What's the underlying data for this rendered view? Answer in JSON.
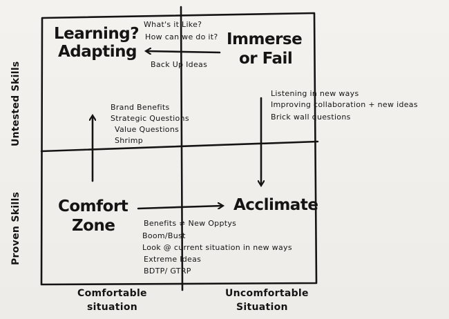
{
  "quadrants": {
    "top_left": {
      "title_line1": "Learning?",
      "title_line2": "Adapting",
      "notes": [
        "Brand Benefits",
        "Strategic Questions",
        "Value Questions",
        "Shrimp"
      ]
    },
    "top_right": {
      "title_line1": "Immerse",
      "title_line2": "or Fail",
      "notes": [
        "Listening in new ways",
        "Improving collaboration + new ideas",
        "Brick   wall questions"
      ]
    },
    "bottom_left": {
      "title_line1": "Comfort",
      "title_line2": "Zone"
    },
    "bottom_right": {
      "title": "Acclimate",
      "notes": [
        "Benefits ≠ New Opptys",
        "Boom/Bust",
        "Look @ current situation in new ways",
        "Extreme Ideas",
        "BDTP/ GTRP"
      ]
    }
  },
  "center_notes": [
    "What's it Like?",
    "How can we do it?",
    "Back Up Ideas"
  ],
  "axes": {
    "y_top": "Untested Skills",
    "y_bottom": "Proven Skills",
    "x_left_line1": "Comfortable",
    "x_left_line2": "situation",
    "x_right_line1": "Uncomfortable",
    "x_right_line2": "Situation"
  },
  "colors": {
    "ink": "#141414",
    "paper": "#f1efeb"
  }
}
